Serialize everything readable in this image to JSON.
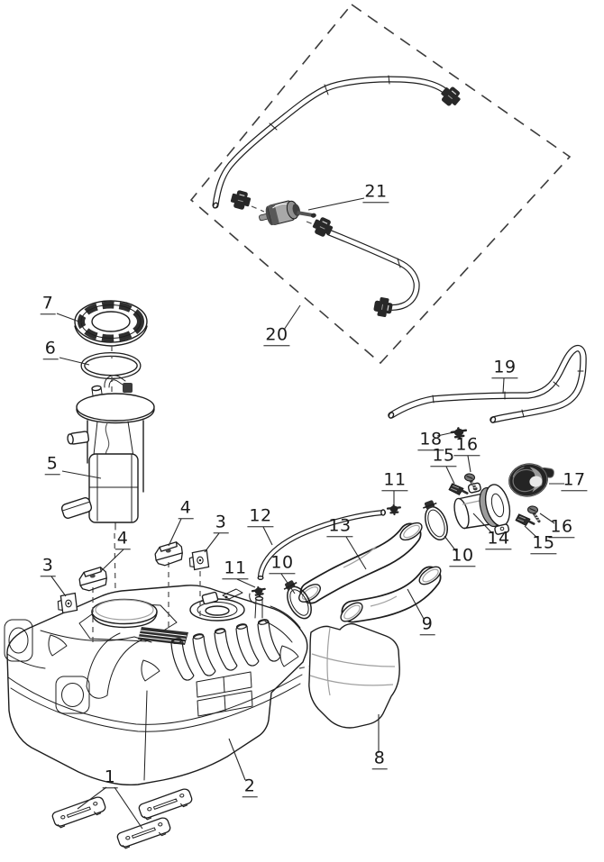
{
  "colors": {
    "background": "#ffffff",
    "line": "#1d1d1d",
    "dark_fill": "#262626",
    "mid_gray": "#8d8d8d",
    "light_gray": "#c9c9c9",
    "callout_text": "#1a1a1a"
  },
  "callouts": [
    {
      "id": "callout-1",
      "label": "1"
    },
    {
      "id": "callout-2",
      "label": "2"
    },
    {
      "id": "callout-3-left",
      "label": "3"
    },
    {
      "id": "callout-3-right",
      "label": "3"
    },
    {
      "id": "callout-4-left",
      "label": "4"
    },
    {
      "id": "callout-4-right",
      "label": "4"
    },
    {
      "id": "callout-5",
      "label": "5"
    },
    {
      "id": "callout-6",
      "label": "6"
    },
    {
      "id": "callout-7",
      "label": "7"
    },
    {
      "id": "callout-8",
      "label": "8"
    },
    {
      "id": "callout-9",
      "label": "9"
    },
    {
      "id": "callout-10-left",
      "label": "10"
    },
    {
      "id": "callout-10-right",
      "label": "10"
    },
    {
      "id": "callout-11-left",
      "label": "11"
    },
    {
      "id": "callout-11-top",
      "label": "11"
    },
    {
      "id": "callout-12",
      "label": "12"
    },
    {
      "id": "callout-13",
      "label": "13"
    },
    {
      "id": "callout-14",
      "label": "14"
    },
    {
      "id": "callout-15-upper",
      "label": "15"
    },
    {
      "id": "callout-15-lower",
      "label": "15"
    },
    {
      "id": "callout-16-upper",
      "label": "16"
    },
    {
      "id": "callout-16-lower",
      "label": "16"
    },
    {
      "id": "callout-17",
      "label": "17"
    },
    {
      "id": "callout-18",
      "label": "18"
    },
    {
      "id": "callout-19",
      "label": "19"
    },
    {
      "id": "callout-20",
      "label": "20"
    },
    {
      "id": "callout-21",
      "label": "21"
    }
  ]
}
